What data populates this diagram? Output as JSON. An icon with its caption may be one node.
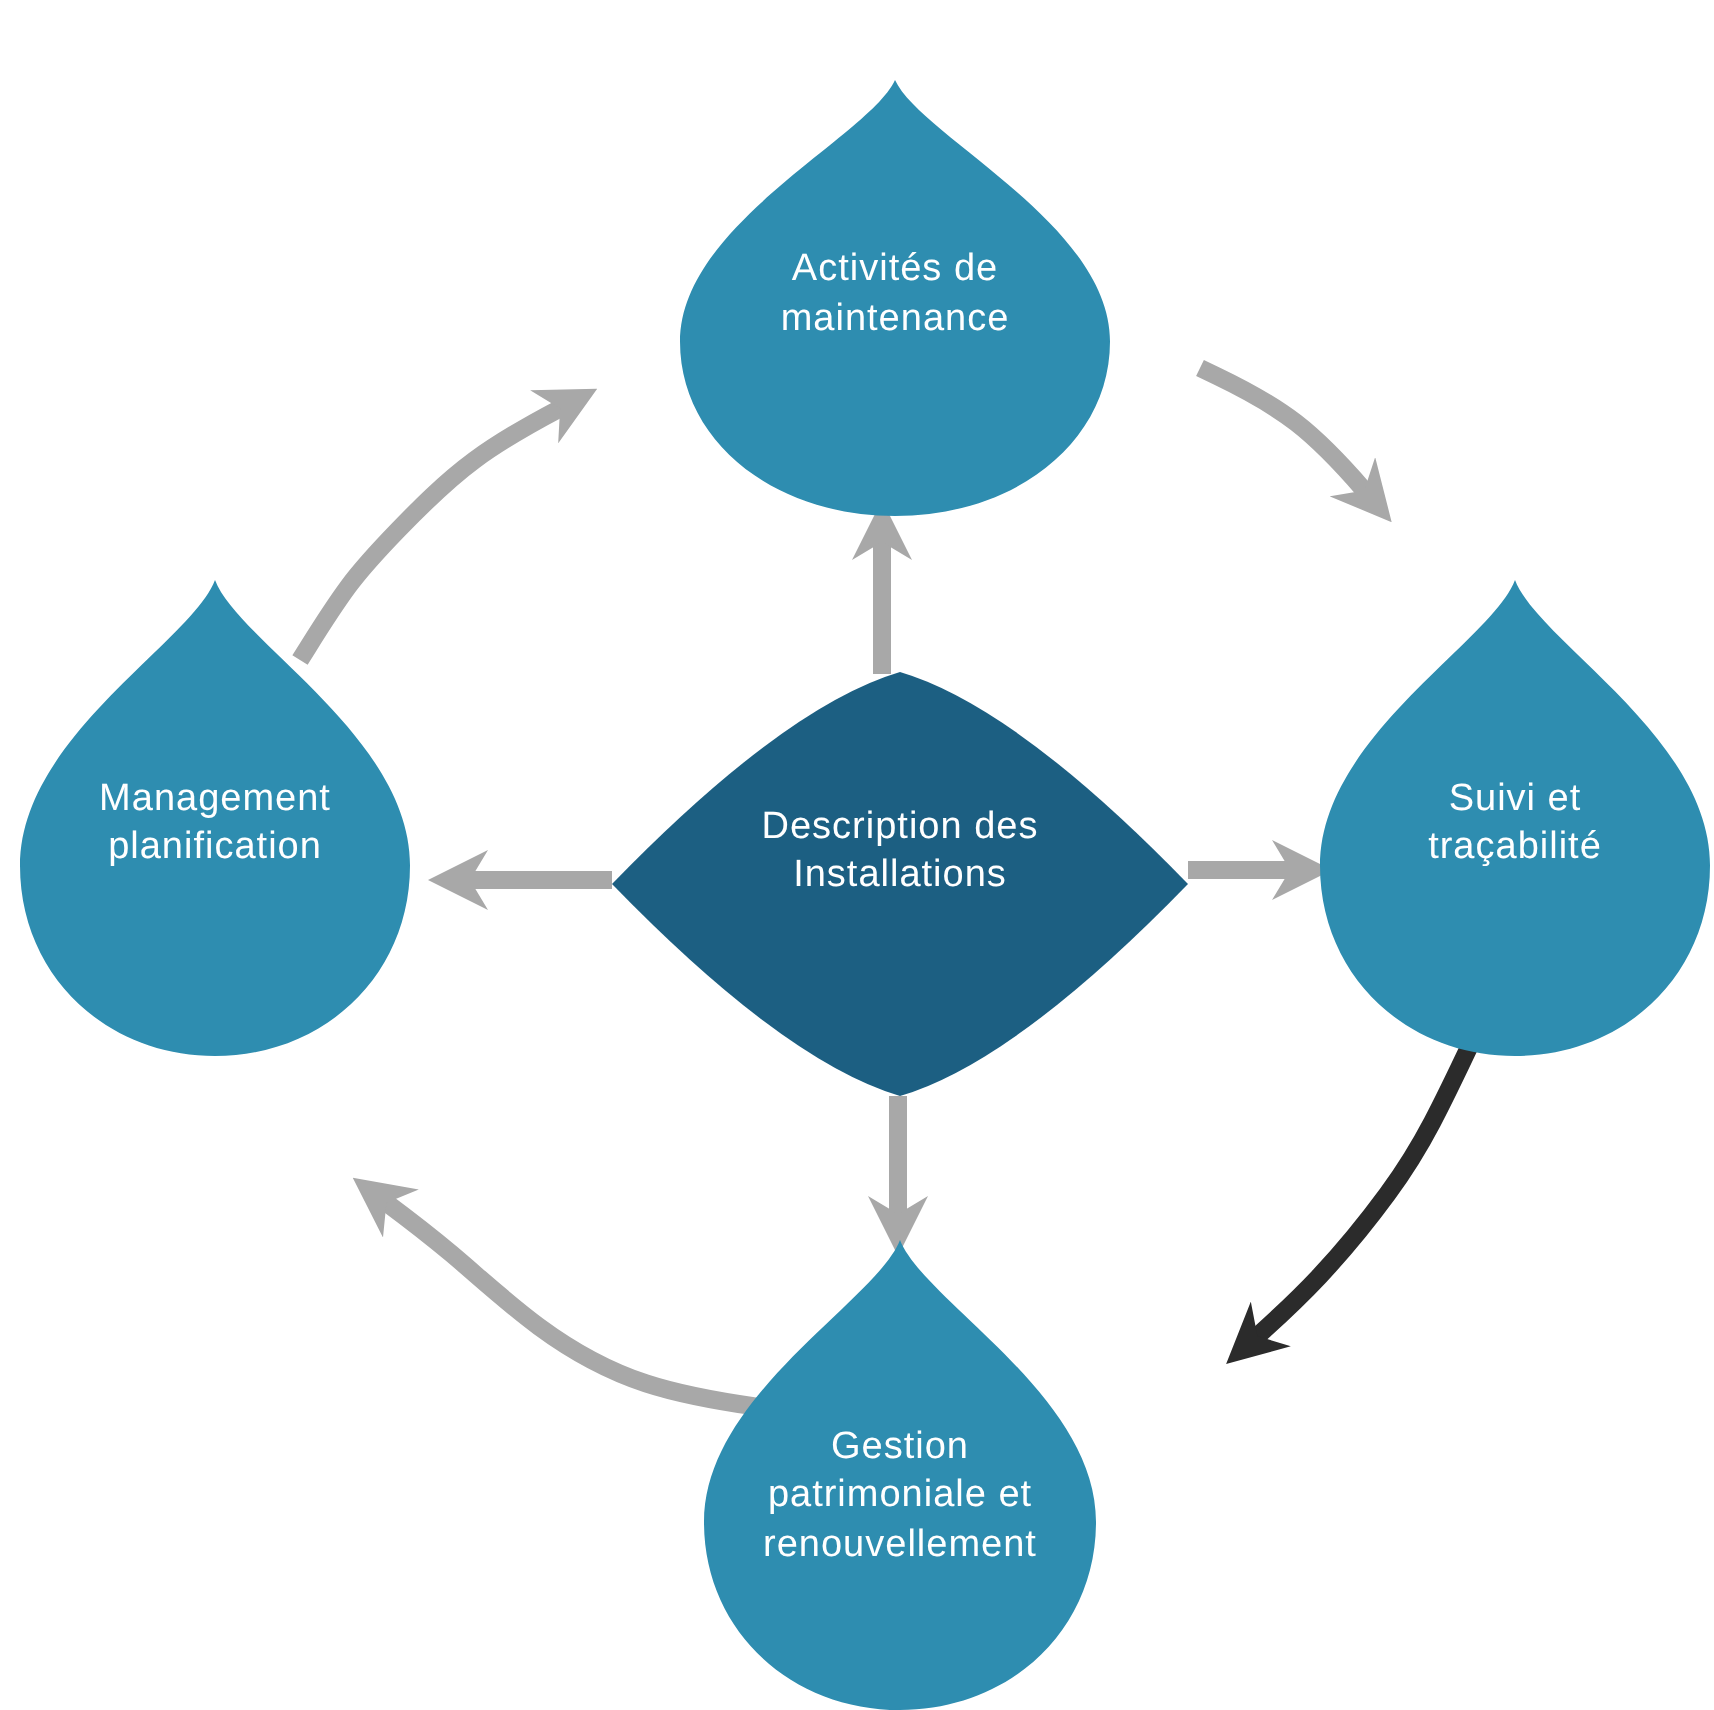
{
  "diagram": {
    "nodes": [
      {
        "text": [
          "Description des Installations"
        ]
      },
      {
        "text": [
          "Activités de maintenance"
        ]
      },
      {
        "text": [
          "Suivi et traçabilité"
        ]
      },
      {
        "text": [
          "Gestion patrimoniale et renouvellement"
        ]
      },
      {
        "text": [
          "Management planification"
        ]
      }
    ],
    "edges": [
      {
        "from": 0,
        "to": 1,
        "arrow": "to"
      },
      {
        "from": 0,
        "to": 2,
        "arrow": "to"
      },
      {
        "from": 0,
        "to": 3,
        "arrow": "to"
      },
      {
        "from": 0,
        "to": 4,
        "arrow": "to"
      },
      {
        "from": 4,
        "to": 1,
        "arrow": "to"
      },
      {
        "from": 1,
        "to": 2,
        "arrow": "to"
      },
      {
        "from": 2,
        "to": 3,
        "arrow": "to",
        "color": "#2b2b2b"
      },
      {
        "from": 3,
        "to": 4,
        "arrow": "to"
      }
    ]
  }
}
